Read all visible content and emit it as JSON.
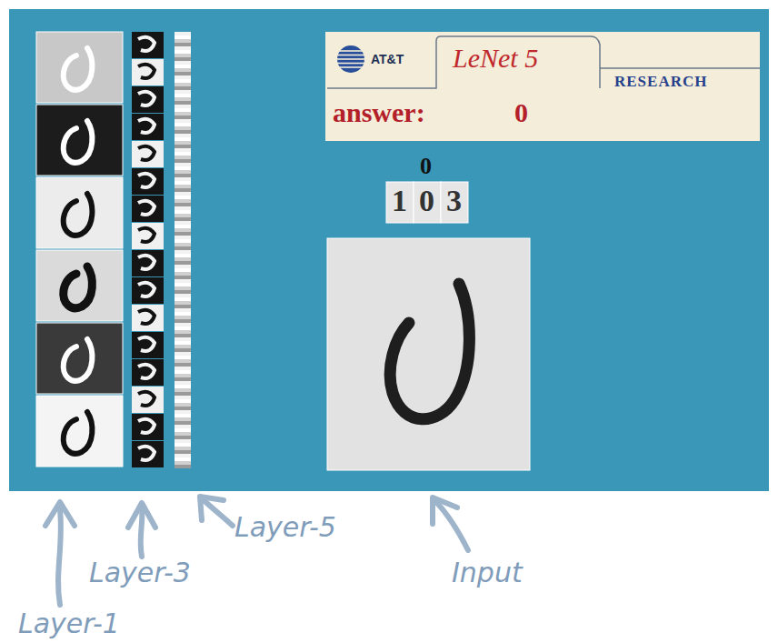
{
  "diagram": {
    "nodes": [
      {
        "text": [
          "AT&T",
          "LeNet 5",
          "RESEARCH",
          "answer:",
          "0"
        ]
      }
    ],
    "labels": [
      "0",
      "103",
      "Layer-5",
      "Layer-3",
      "Input",
      "Layer-1"
    ]
  }
}
